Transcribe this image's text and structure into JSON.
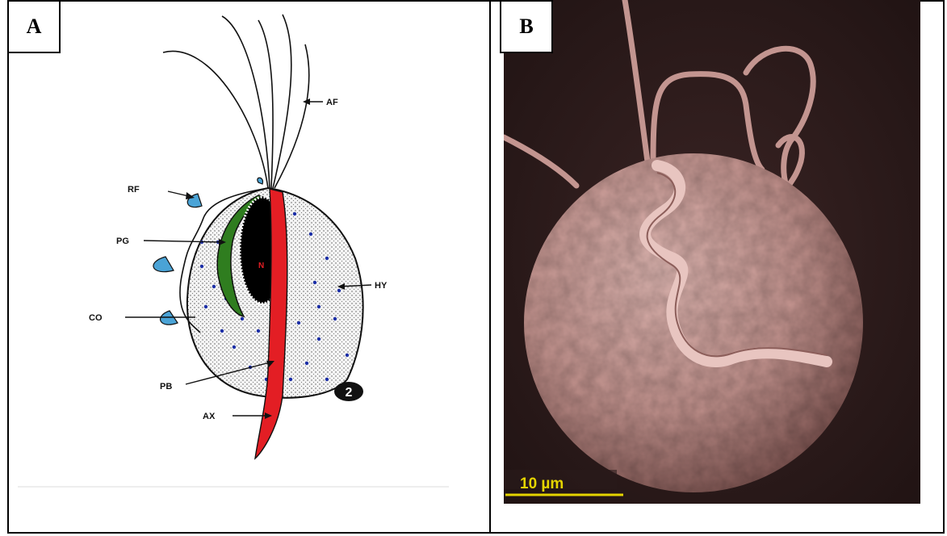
{
  "panels": {
    "a": {
      "badge": "A",
      "labels": {
        "af": "AF",
        "rf": "RF",
        "pg": "PG",
        "co": "CO",
        "hy": "HY",
        "pb": "PB",
        "ax": "AX",
        "nucleus": "N",
        "figure_number": "2"
      }
    },
    "b": {
      "badge": "B",
      "scale_bar": "10 µm"
    }
  },
  "colors": {
    "axostyle": "#e31e24",
    "parabasal_body": "#2f7d1f",
    "nucleus": "#000000",
    "granules": "#1c2fa8",
    "recurrent_flagellum": "#4aa3d6",
    "scale_bar": "#e5d400",
    "sem_background": "#2a1a1a",
    "sem_cell": "#c89a95"
  }
}
